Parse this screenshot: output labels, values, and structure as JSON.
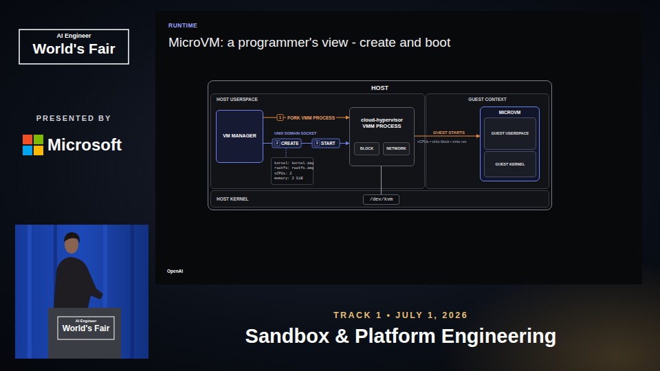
{
  "diagram": {
    "title": "MicroVM: a programmer's view - create and boot",
    "nodes": [
      {
        "text": [
          "HOST"
        ]
      },
      {
        "text": [
          "HOST USERSPACE"
        ],
        "in": 0
      },
      {
        "text": [
          "VM MANAGER"
        ],
        "in": 1
      },
      {
        "text": [
          "cloud-hypervisor VMM PROCESS"
        ],
        "in": 1
      },
      {
        "text": [
          "BLOCK"
        ],
        "in": 3
      },
      {
        "text": [
          "NETWORK"
        ],
        "in": 3
      },
      {
        "text": [
          "kernel: kernel.img",
          "rootfs: rootfs.img",
          "vCPUs: 2",
          "memory: 2 GiB"
        ],
        "in": 1
      },
      {
        "text": [
          "HOST KERNEL"
        ],
        "in": 0
      },
      {
        "text": [
          "/dev/kvm"
        ],
        "in": 7
      },
      {
        "text": [
          "GUEST CONTEXT"
        ],
        "in": 0
      },
      {
        "text": [
          "MICROVM"
        ],
        "in": 9
      },
      {
        "text": [
          "GUEST USERSPACE"
        ],
        "in": 10
      },
      {
        "text": [
          "GUEST KERNEL"
        ],
        "in": 10
      }
    ],
    "edges": [
      {
        "from": 2,
        "to": 3,
        "label": "FORK VMM PROCESS",
        "arrow": "to"
      },
      {
        "from": 2,
        "to": 3,
        "label": "UNIX DOMAIN SOCKET",
        "arrow": "to"
      },
      {
        "from": 3,
        "to": 10,
        "label": "GUEST STARTS",
        "arrow": "to"
      },
      {
        "from": 3,
        "to": 8,
        "arrow": "none"
      }
    ],
    "labels": [
      "AI Engineer",
      "World's Fair",
      "PRESENTED BY",
      "Microsoft",
      "AI Engineer",
      "World's Fair",
      "TRACK 1 • JULY 1, 2026",
      "Sandbox & Platform Engineering",
      "RUNTIME",
      "OpenAI",
      "1",
      "2",
      "CREATE",
      "3",
      "START",
      "vCPUs • virtio block • virtio net"
    ]
  }
}
